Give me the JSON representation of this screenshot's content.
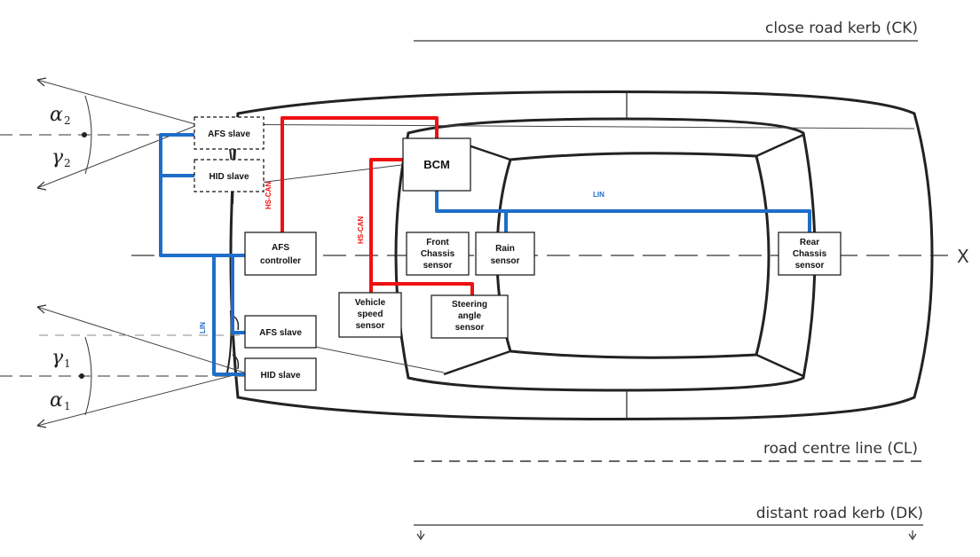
{
  "road": {
    "close_kerb": "close road kerb (CK)",
    "centre_line": "road centre line (CL)",
    "distant_kerb": "distant road kerb (DK)",
    "axis": "X"
  },
  "angles": {
    "alpha": "α",
    "gamma": "γ",
    "sub_2": "2",
    "sub_1": "1"
  },
  "modules": {
    "afs_slave_top": [
      "AFS slave"
    ],
    "hid_slave_top": [
      "HID slave"
    ],
    "afs_controller": [
      "AFS",
      "controller"
    ],
    "afs_slave_bottom": [
      "AFS slave"
    ],
    "hid_slave_bottom": [
      "HID slave"
    ],
    "bcm": [
      "BCM"
    ],
    "front_chassis": [
      "Front",
      "Chassis",
      "sensor"
    ],
    "rain": [
      "Rain",
      "sensor"
    ],
    "rear_chassis": [
      "Rear",
      "Chassis",
      "sensor"
    ],
    "vehicle_speed": [
      "Vehicle",
      "speed",
      "sensor"
    ],
    "steering_angle": [
      "Steering",
      "angle",
      "sensor"
    ]
  },
  "buses": {
    "hs_can_1": "HS-CAN",
    "hs_can_2": "HS-CAN",
    "lin_top": "LIN",
    "lin_left": "LIN"
  },
  "colors": {
    "can": "#ee1111",
    "lin": "#1e6ec8",
    "sketch": "#222222",
    "dash": "#888888"
  }
}
